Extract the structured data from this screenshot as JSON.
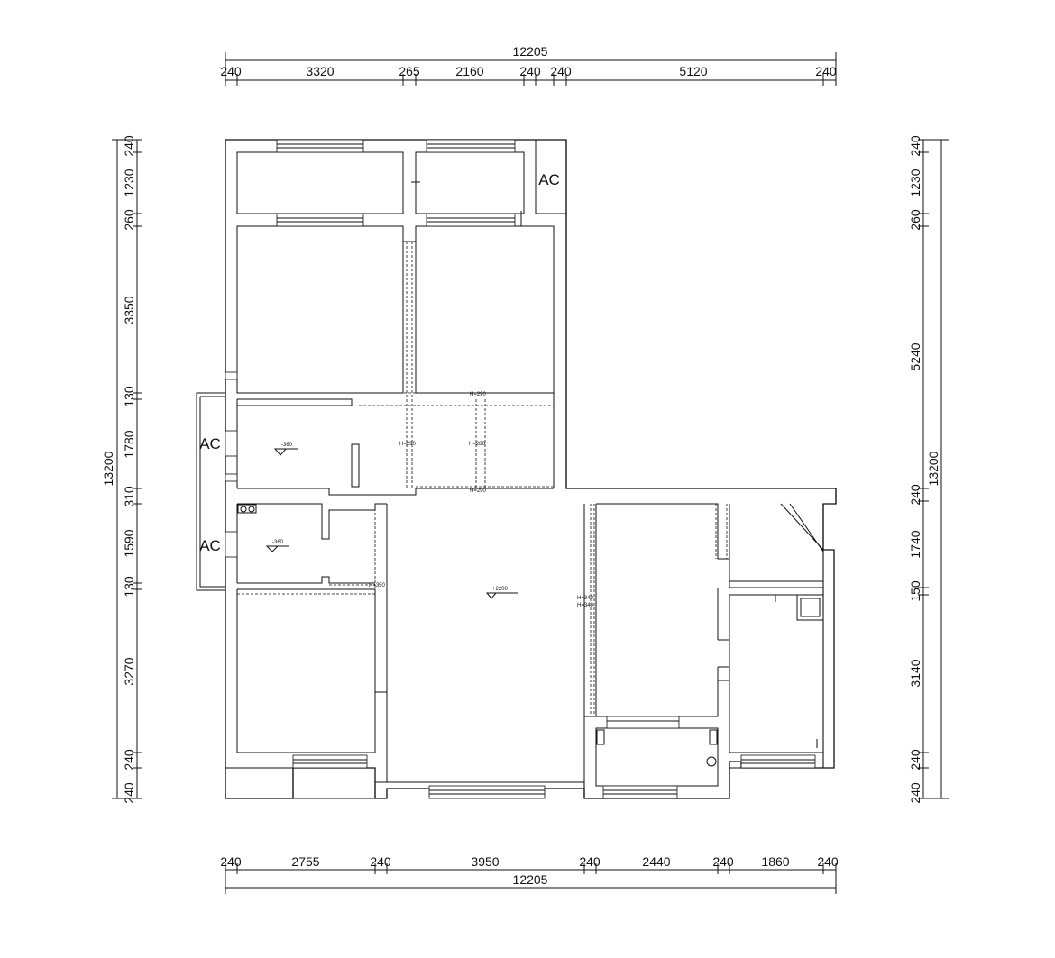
{
  "drawing": {
    "top_total": "12205",
    "bottom_total": "12205",
    "left_total": "13200",
    "right_total": "13200"
  },
  "top_dims": [
    "240",
    "3320",
    "265",
    "2160",
    "240",
    "240",
    "5120",
    "240"
  ],
  "bottom_dims": [
    "240",
    "2755",
    "240",
    "3950",
    "240",
    "2440",
    "240",
    "1860",
    "240"
  ],
  "left_dims": [
    "240",
    "1230",
    "260",
    "3350",
    "130",
    "1780",
    "310",
    "1590",
    "130",
    "3270",
    "240",
    "240"
  ],
  "right_dims": [
    "240",
    "1230",
    "260",
    "5240",
    "240",
    "1740",
    "150",
    "3140",
    "240",
    "240"
  ],
  "ac_labels": [
    "AC",
    "AC",
    "AC"
  ],
  "level_marks": [
    "-360",
    "-360",
    "+2200"
  ],
  "beam_notes": [
    "H=290",
    "H=290",
    "H=280",
    "H=290",
    "H=350",
    "H=340",
    "H=340"
  ]
}
